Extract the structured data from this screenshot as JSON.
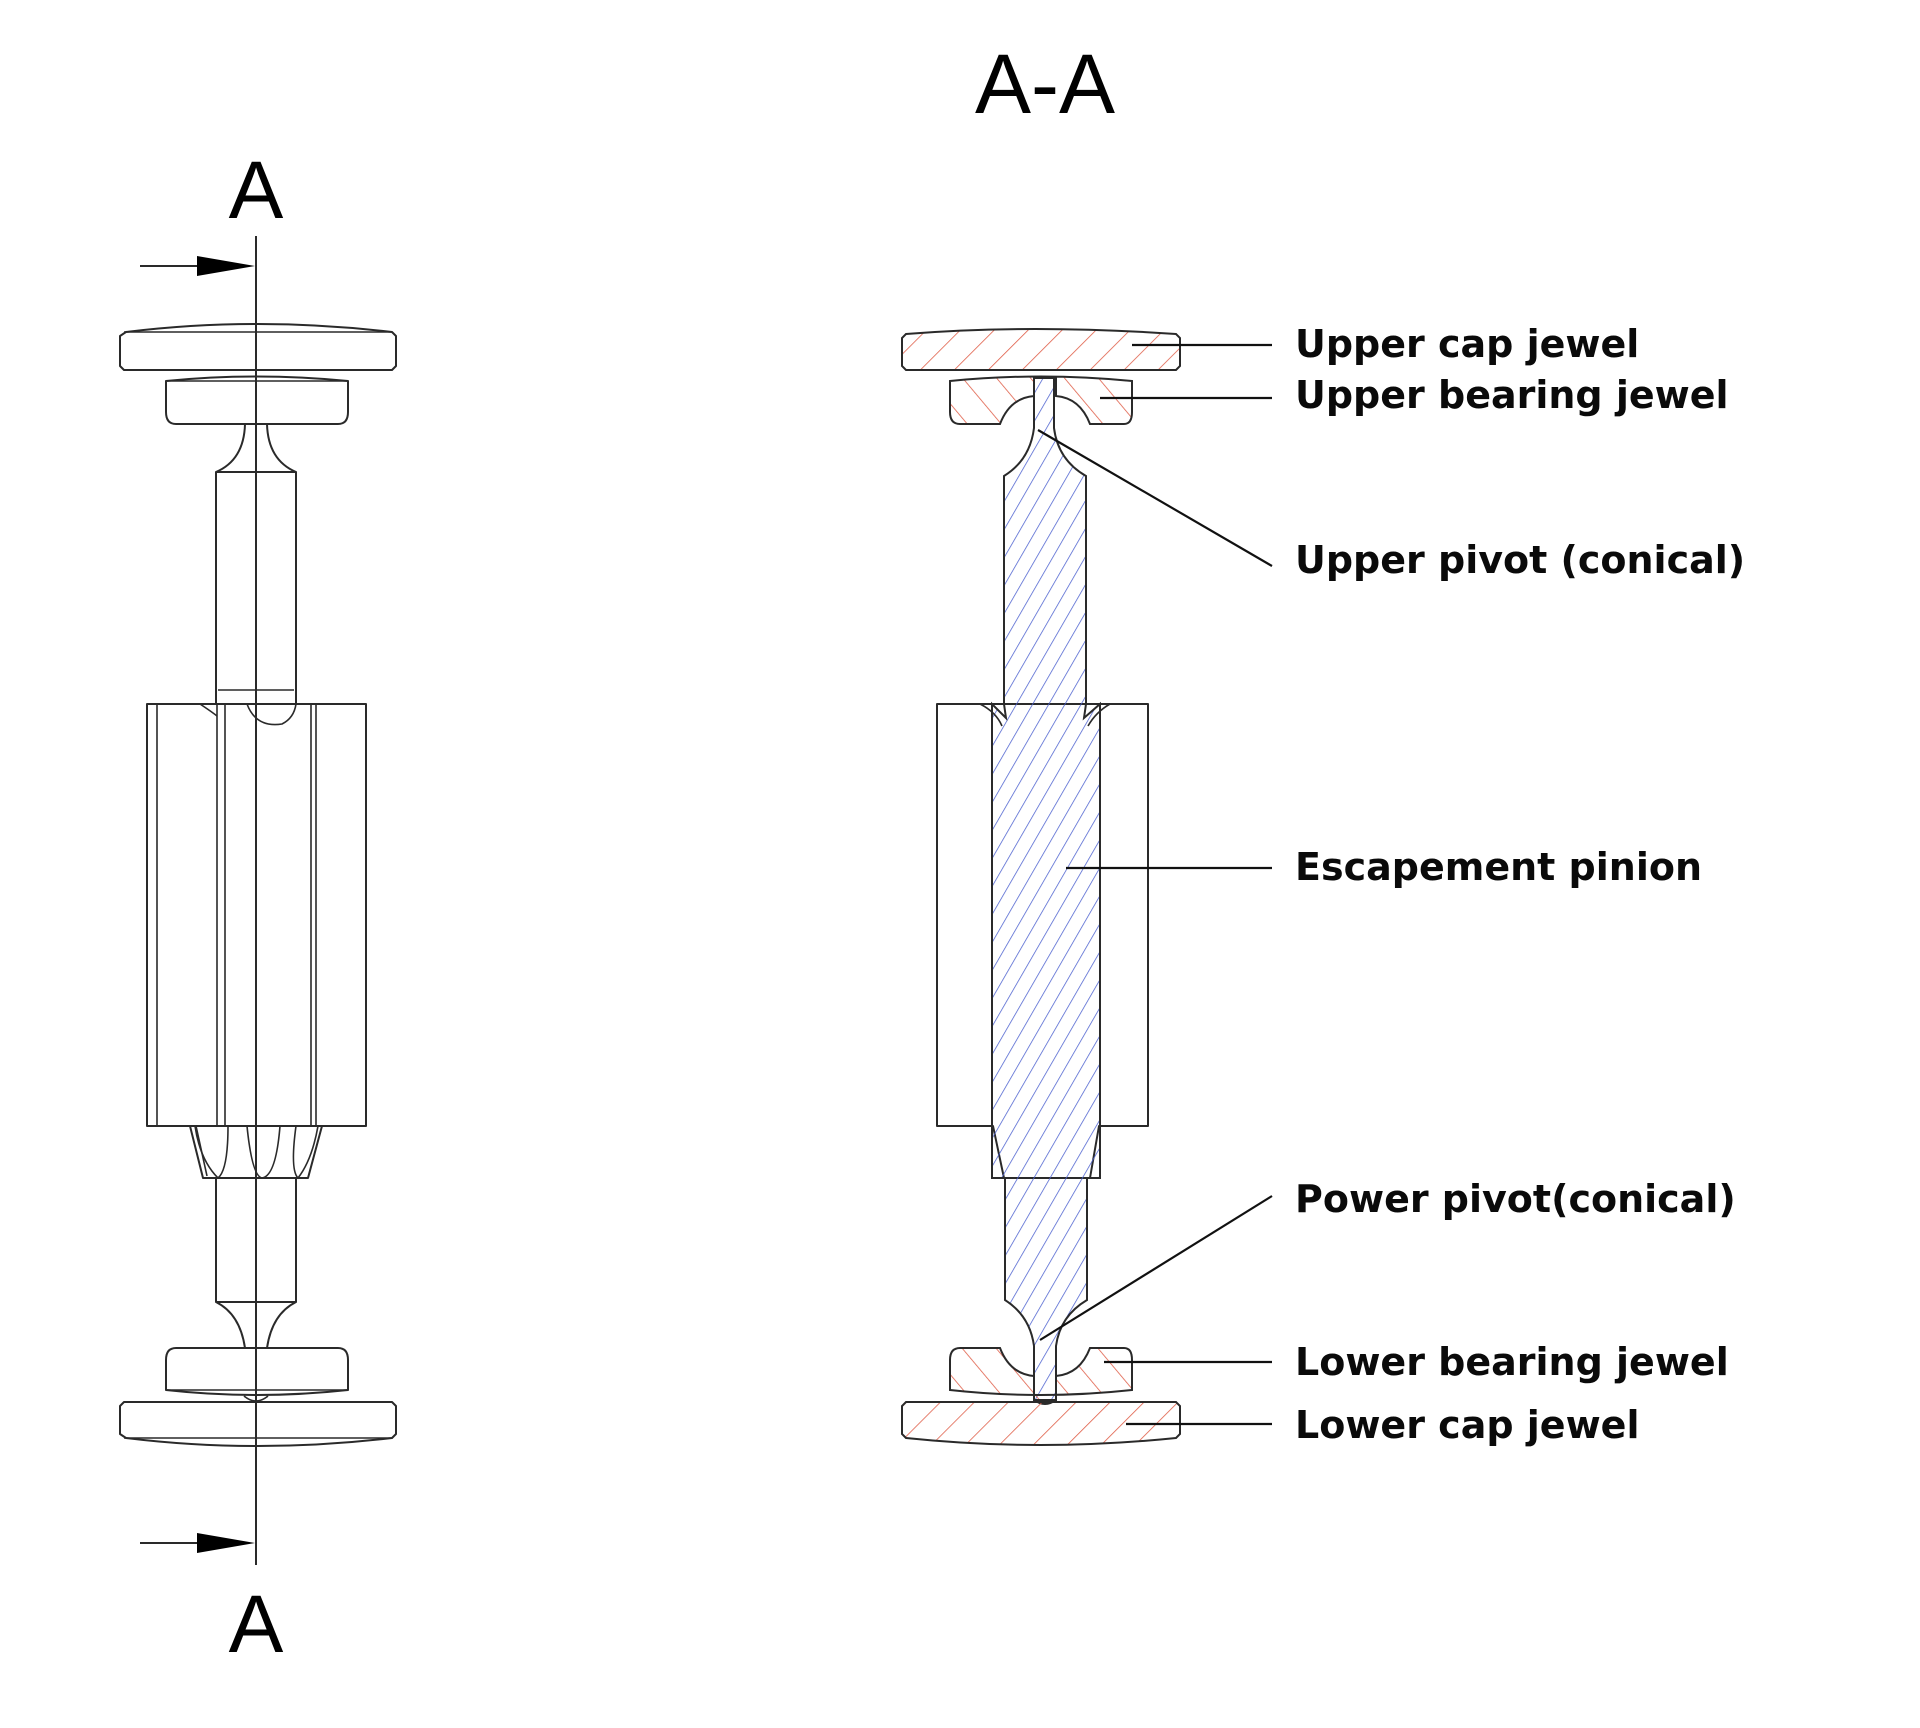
{
  "title": "A-A",
  "section_marker": {
    "top_letter": "A",
    "bottom_letter": "A"
  },
  "colors": {
    "jewel_hatch": "#e0604a",
    "arbor_hatch": "#4a5fcf",
    "outline": "#2a2a2a",
    "text": "#0a0a0a"
  },
  "views": {
    "left": {
      "name": "exterior view with section line A-A"
    },
    "right": {
      "name": "section view A-A"
    }
  },
  "labels": [
    {
      "id": "upper-cap-jewel",
      "text": "Upper cap jewel"
    },
    {
      "id": "upper-bearing-jewel",
      "text": "Upper bearing jewel"
    },
    {
      "id": "upper-pivot",
      "text": "Upper pivot (conical)"
    },
    {
      "id": "escapement-pinion",
      "text": "Escapement pinion"
    },
    {
      "id": "power-pivot",
      "text": "Power pivot(conical)"
    },
    {
      "id": "lower-bearing-jewel",
      "text": "Lower bearing jewel"
    },
    {
      "id": "lower-cap-jewel",
      "text": "Lower cap jewel"
    }
  ]
}
